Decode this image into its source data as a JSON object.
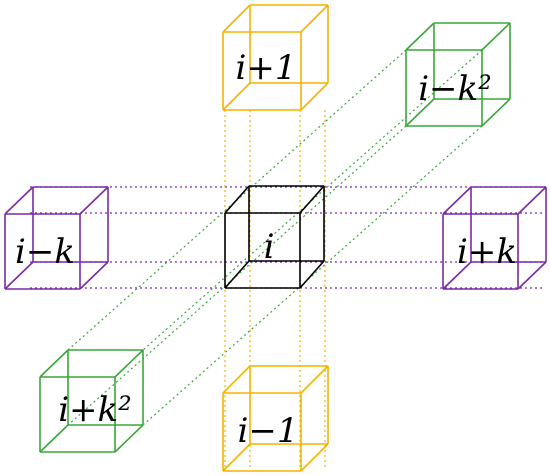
{
  "colors": {
    "center": "#000000",
    "vertical": "#f4b400",
    "horizontal": "#7a2aa6",
    "depth": "#3aa63a"
  },
  "cubes": {
    "center": {
      "label": "i"
    },
    "up": {
      "label": "i+1"
    },
    "down": {
      "label": "i−1"
    },
    "left": {
      "label": "i−k"
    },
    "right": {
      "label": "i+k"
    },
    "back": {
      "label": "i−k²"
    },
    "front": {
      "label": "i+k²"
    }
  }
}
